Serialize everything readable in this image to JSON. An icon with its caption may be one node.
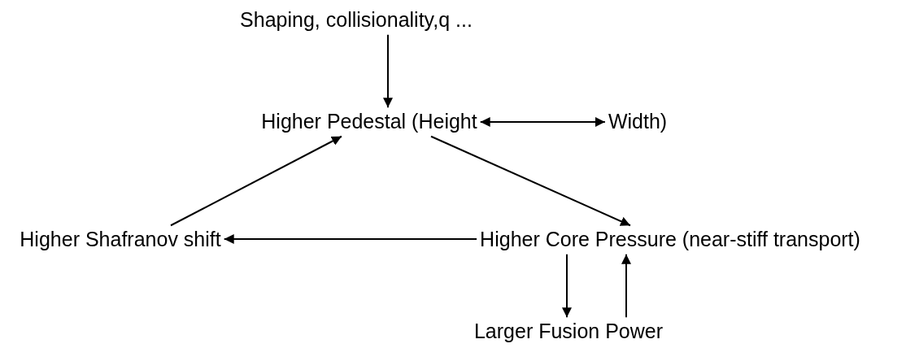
{
  "diagram": {
    "nodes": [
      {
        "text": [
          "Shaping, collisionality,q ..."
        ]
      },
      {
        "text": [
          "Higher Pedestal (Height"
        ]
      },
      {
        "text": [
          "Width)"
        ]
      },
      {
        "text": [
          "Higher Shafranov shift"
        ]
      },
      {
        "text": [
          "Higher Core Pressure (near-stiff transport)"
        ]
      },
      {
        "text": [
          "Larger Fusion Power"
        ]
      }
    ],
    "edges": [
      {
        "from": 0,
        "to": 1,
        "arrow": "to"
      },
      {
        "from": 1,
        "to": 2,
        "arrow": "both"
      },
      {
        "from": 3,
        "to": 1,
        "arrow": "to"
      },
      {
        "from": 1,
        "to": 4,
        "arrow": "to"
      },
      {
        "from": 4,
        "to": 3,
        "arrow": "to"
      },
      {
        "from": 4,
        "to": 5,
        "arrow": "to"
      },
      {
        "from": 5,
        "to": 4,
        "arrow": "to"
      }
    ]
  }
}
